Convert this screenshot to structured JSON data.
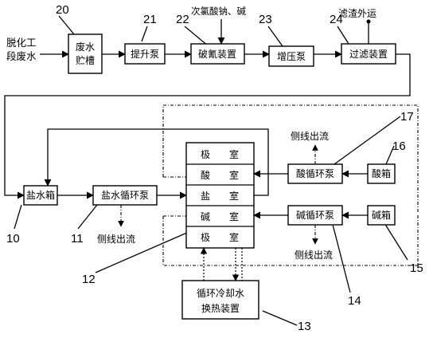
{
  "numbers": {
    "n20": "20",
    "n21": "21",
    "n22": "22",
    "n23": "23",
    "n24": "24",
    "n17": "17",
    "n16": "16",
    "n10": "10",
    "n11": "11",
    "n12": "12",
    "n15": "15",
    "n14": "14",
    "n13": "13"
  },
  "labels": {
    "source_line1": "脱化工",
    "source_line2": "段废水",
    "top_chem_input": "次氯酸钠、碱",
    "sludge_out": "滤渣外运",
    "acid_side_out": "侧线出流",
    "salt_side_out": "侧线出流",
    "base_side_out": "侧线出流"
  },
  "boxes": {
    "wastewater_tank_1": "废水",
    "wastewater_tank_2": "贮槽",
    "lift_pump": "提升泵",
    "breaking_unit": "破氰装置",
    "booster_pump": "增压泵",
    "filter_unit": "过滤装置",
    "brine_tank": "盐水箱",
    "brine_pump": "盐水循环泵",
    "acid_pump": "酸循环泵",
    "acid_tank": "酸箱",
    "base_pump": "碱循环泵",
    "base_tank": "碱箱",
    "cooling_1": "循环冷却水",
    "cooling_2": "换热装置"
  },
  "cell": {
    "chamber": [
      {
        "a": "极",
        "b": "室"
      },
      {
        "a": "酸",
        "b": "室"
      },
      {
        "a": "盐",
        "b": "室"
      },
      {
        "a": "碱",
        "b": "室"
      },
      {
        "a": "极",
        "b": "室"
      }
    ]
  }
}
